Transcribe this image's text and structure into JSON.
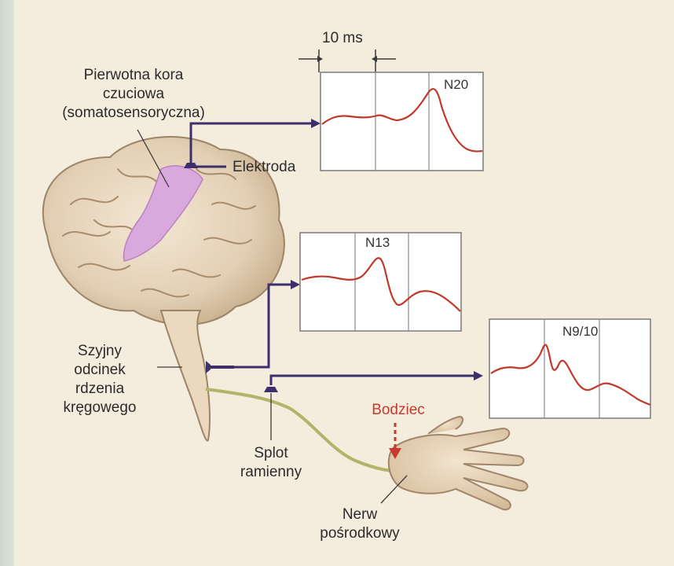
{
  "labels": {
    "cortex_line1": "Pierwotna kora",
    "cortex_line2": "czuciowa",
    "cortex_line3": "(somatosensoryczna)",
    "electrode": "Elektroda",
    "spine_line1": "Szyjny",
    "spine_line2": "odcinek",
    "spine_line3": "rdzenia",
    "spine_line4": "kręgowego",
    "plexus_line1": "Splot",
    "plexus_line2": "ramienny",
    "stimulus": "Bodziec",
    "nerve_line1": "Nerw",
    "nerve_line2": "pośrodkowy",
    "time_scale": "10 ms"
  },
  "traces": [
    {
      "peak_label": "N20"
    },
    {
      "peak_label": "N13"
    },
    {
      "peak_label": "N9/10"
    }
  ],
  "colors": {
    "trace": "#c0392b",
    "connector": "#3d2f6b",
    "cortex_highlight": "#d9a8dc",
    "nerve": "#b5b36a",
    "stimulus": "#c8392e"
  }
}
